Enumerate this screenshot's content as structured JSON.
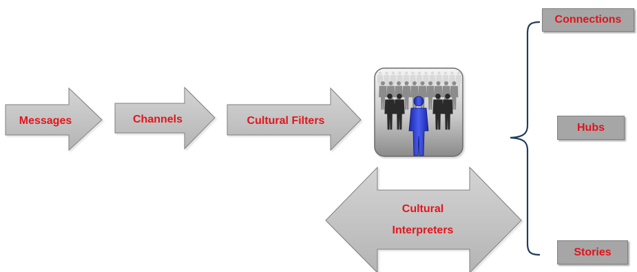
{
  "arrows": {
    "messages": "Messages",
    "channels": "Channels",
    "cultural_filters": "Cultural Filters",
    "interpreters_line1": "Cultural",
    "interpreters_line2": "Interpreters"
  },
  "boxes": {
    "connections": "Connections",
    "hubs": "Hubs",
    "stories": "Stories"
  },
  "colors": {
    "label": "#e3121b",
    "shape_fill": "#bfbfbf",
    "shape_stroke": "#7f7f7f",
    "box_fill": "#a6a6a6",
    "figure_highlight": "#2f3fd0"
  },
  "icons": {
    "crowd": "crowd-leader-icon",
    "brace": "curly-brace-icon"
  }
}
